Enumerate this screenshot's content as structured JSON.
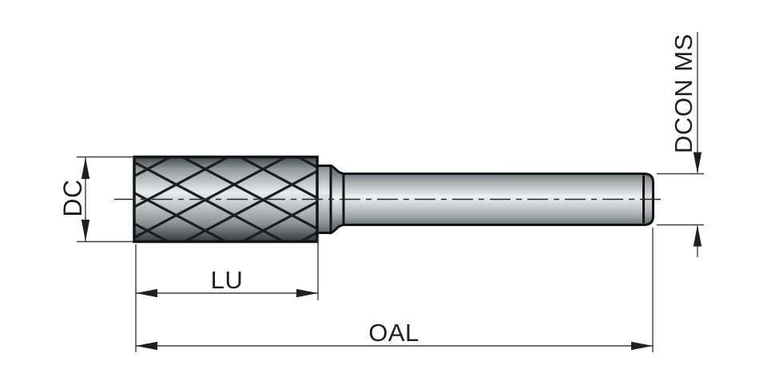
{
  "drawing": {
    "labels": {
      "dc": "DC",
      "lu": "LU",
      "oal": "OAL",
      "dcon_ms": "DCON MS"
    },
    "colors": {
      "background": "#ffffff",
      "outline": "#121416",
      "dimension_line": "#3a3f42",
      "centerline": "#27292b",
      "arrow": "#1d2022",
      "text": "#1d2022",
      "hatch": "#1a1d1f",
      "chamfer_shade": "#000000",
      "head_gradient": {
        "top": "#3c4144",
        "upper": "#939a9e",
        "mid": "#e9ecee",
        "lower": "#8d9498",
        "bottom": "#33373a"
      },
      "shank_gradient": {
        "top": "#71767a",
        "upper": "#abb0b3",
        "mid": "#eff1f2",
        "lower": "#b5babd",
        "bottom": "#6e7376"
      }
    }
  }
}
